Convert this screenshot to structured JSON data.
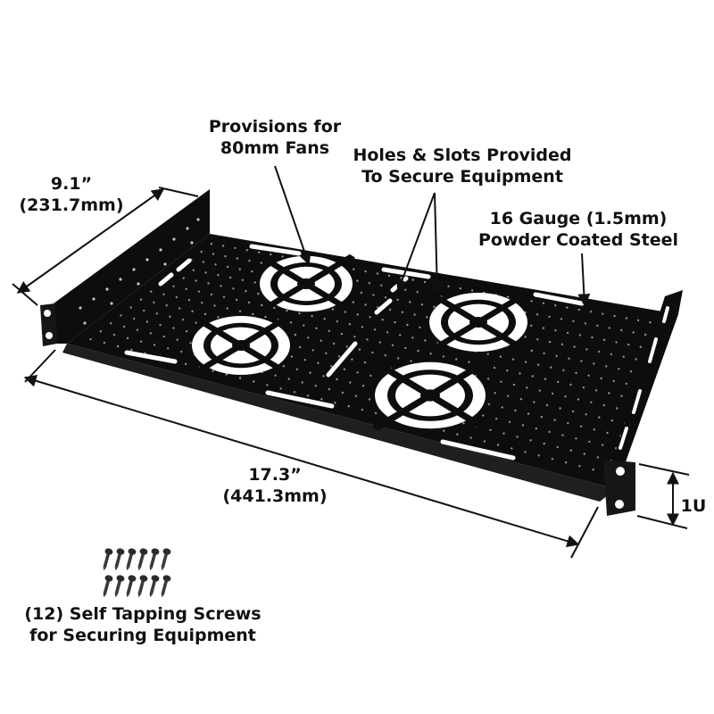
{
  "labels": {
    "fans": {
      "line1": "Provisions for",
      "line2": "80mm Fans"
    },
    "holes": {
      "line1": "Holes & Slots Provided",
      "line2": "To Secure Equipment"
    },
    "depth": {
      "line1": "9.1”",
      "line2": "(231.7mm)"
    },
    "steel": {
      "line1": "16 Gauge (1.5mm)",
      "line2": "Powder Coated Steel"
    },
    "width": {
      "line1": "17.3”",
      "line2": "(441.3mm)"
    },
    "height": {
      "line1": "1U"
    },
    "screws": {
      "line1": "(12) Self Tapping Screws",
      "line2": "for Securing Equipment"
    }
  },
  "counts": {
    "fan_cutouts": 4,
    "screws": 12
  },
  "colors": {
    "steel": "#0d0d0d",
    "steel_edge": "#2a2a2a",
    "cutout": "#ffffff",
    "ink": "#111111"
  }
}
